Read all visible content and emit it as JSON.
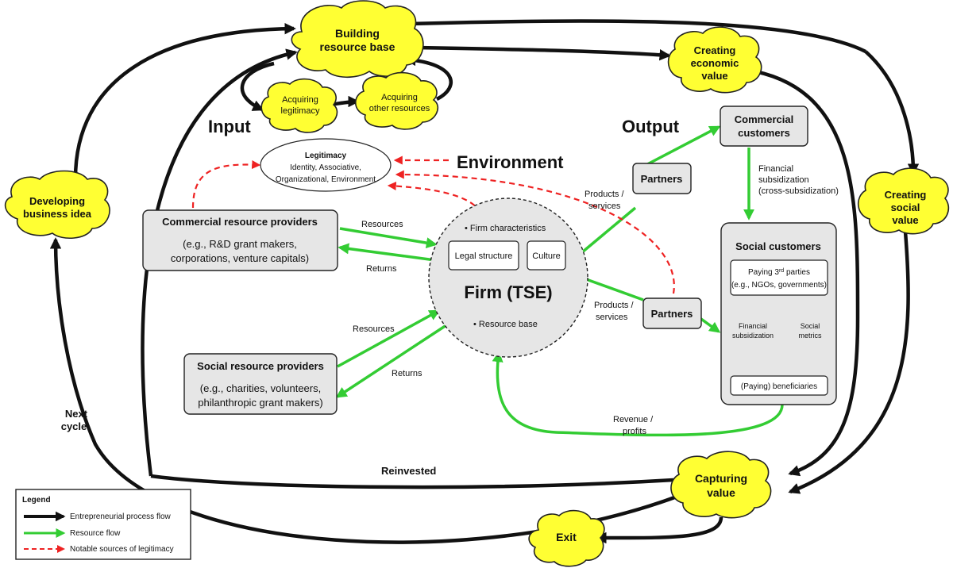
{
  "clouds": {
    "building": [
      "Building",
      "resource base"
    ],
    "creating_economic": [
      "Creating",
      "economic",
      "value"
    ],
    "creating_social": [
      "Creating",
      "social",
      "value"
    ],
    "developing": [
      "Developing",
      "business idea"
    ],
    "capturing": [
      "Capturing",
      "value"
    ],
    "exit": "Exit",
    "acquiring_legitimacy": [
      "Acquiring",
      "legitimacy"
    ],
    "acquiring_other": [
      "Acquiring",
      "other resources"
    ]
  },
  "headings": {
    "input": "Input",
    "output": "Output",
    "environment": "Environment"
  },
  "legitimacy": {
    "title": "Legitimacy",
    "line1": "Identity, Associative,",
    "line2": "Organizational, Environment"
  },
  "commercial_providers": {
    "title": "Commercial resource providers",
    "line1": "(e.g., R&D grant makers,",
    "line2": "corporations, venture capitals)"
  },
  "social_providers": {
    "title": "Social resource providers",
    "line1": "(e.g., charities, volunteers,",
    "line2": "philanthropic grant makers)"
  },
  "firm": {
    "title": "Firm (TSE)",
    "characteristics": "• Firm characteristics",
    "legal": "Legal structure",
    "culture": "Culture",
    "resource_base": "• Resource base"
  },
  "partners": {
    "top": "Partners",
    "bottom": "Partners"
  },
  "commercial_customers": [
    "Commercial",
    "customers"
  ],
  "social_customers": {
    "title": "Social customers",
    "third_parties_a": "Paying 3",
    "third_parties_sup": "rd",
    "third_parties_b": " parties",
    "third_parties_eg": "(e.g., NGOs, governments)",
    "beneficiaries": "(Paying) beneficiaries",
    "financial_subsidization": [
      "Financial",
      "subsidization"
    ],
    "social_metrics": [
      "Social",
      "metrics"
    ]
  },
  "labels": {
    "resources_top": "Resources",
    "returns_top": "Returns",
    "resources_bottom": "Resources",
    "returns_bottom": "Returns",
    "products_top": [
      "Products /",
      "services"
    ],
    "products_bottom": [
      "Products /",
      "services"
    ],
    "financial_cross": [
      "Financial",
      "subsidization",
      "(cross-subsidization)"
    ],
    "revenue": [
      "Revenue /",
      "profits"
    ],
    "next_cycle": [
      "Next",
      "cycle"
    ],
    "reinvested": "Reinvested"
  },
  "legend": {
    "title": "Legend",
    "items": [
      "Entrepreneurial process flow",
      "Resource flow",
      "Notable sources of legitimacy"
    ]
  },
  "colors": {
    "cloud": "#ffff33",
    "box": "#e6e6e6",
    "resource_flow": "#33cc33",
    "legitimacy": "#ee2222",
    "process_flow": "#111111"
  }
}
